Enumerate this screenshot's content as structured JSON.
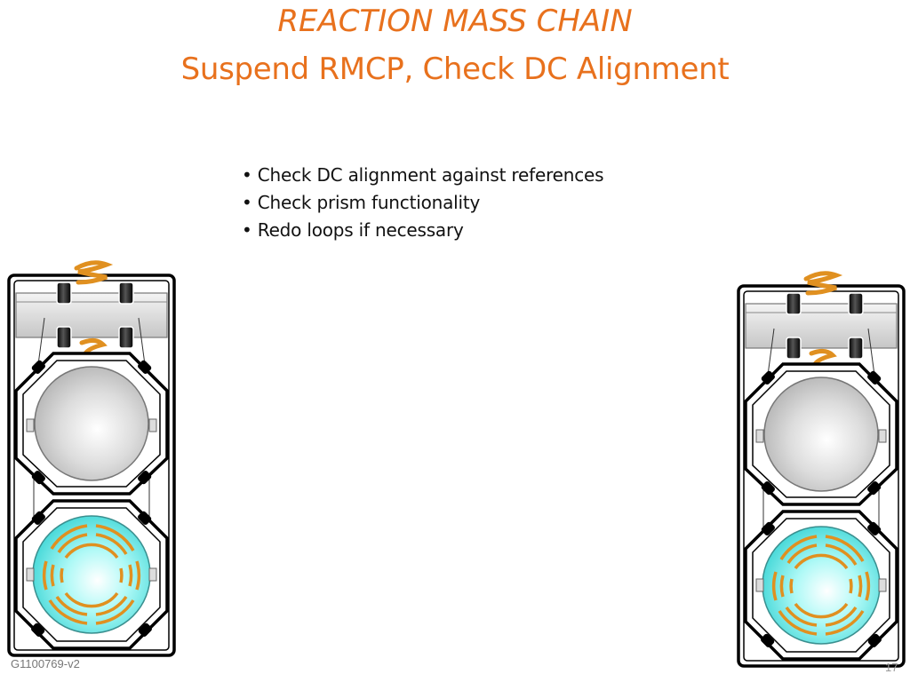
{
  "slide": {
    "title": "REACTION MASS CHAIN",
    "subtitle": "Suspend RMCP, Check DC Alignment",
    "bullets": [
      "Check DC alignment against references",
      "Check prism functionality",
      "Redo loops if necessary"
    ],
    "footer_id": "G1100769-v2",
    "page_number": "17"
  },
  "colors": {
    "title": "#e8711d",
    "coil": "#e09020",
    "optic": "#7ff6f2",
    "mass": "#d8d8d8"
  }
}
